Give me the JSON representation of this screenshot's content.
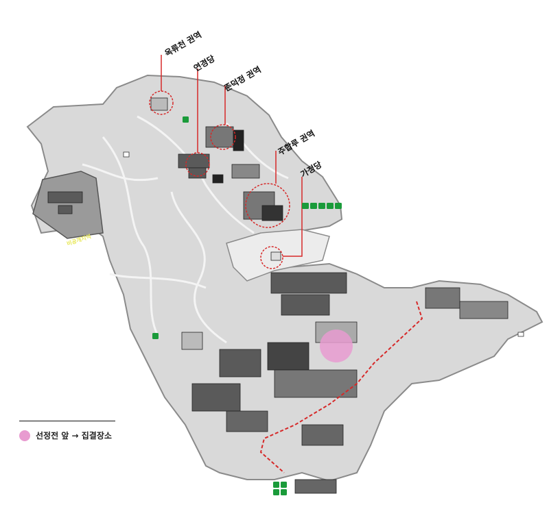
{
  "areas": {
    "okryucheon": "옥류천 권역",
    "yeongyeongdang": "연경당",
    "jondeokjeong": "존덕정 권역",
    "juhamnu": "주합루 권역",
    "gajeongdang": "가정당"
  },
  "restricted_area": "비공개지역",
  "legend": {
    "text": "선정전 앞 → 집결장소",
    "color": "#e89bd0"
  },
  "colors": {
    "land": "#d8d8d8",
    "building_roof": "#555555",
    "leader_line": "#d62828",
    "route": "#d62828",
    "facility_icon": "#1a9b3a"
  },
  "facility_icons": [
    "info-icon",
    "restroom-icon",
    "accessible-icon",
    "elevator-icon",
    "drink-icon"
  ]
}
